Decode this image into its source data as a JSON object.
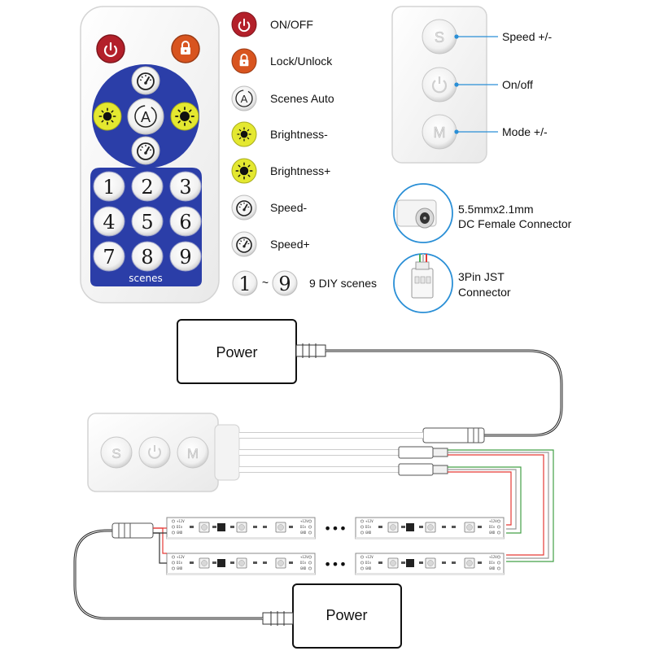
{
  "remote": {
    "keypad_numbers": [
      "1",
      "2",
      "3",
      "4",
      "5",
      "6",
      "7",
      "8",
      "9"
    ],
    "keypad_caption": "scenes",
    "auto_button_letter": "A"
  },
  "legend": [
    {
      "icon": "power-icon",
      "label": "ON/OFF"
    },
    {
      "icon": "lock-icon",
      "label": "Lock/Unlock"
    },
    {
      "icon": "auto-scenes-icon",
      "label": "Scenes Auto"
    },
    {
      "icon": "brightness-down-icon",
      "label": "Brightness-"
    },
    {
      "icon": "brightness-up-icon",
      "label": "Brightness+"
    },
    {
      "icon": "speed-down-icon",
      "label": "Speed-"
    },
    {
      "icon": "speed-up-icon",
      "label": "Speed+"
    }
  ],
  "diy": {
    "first": "1",
    "separator": "~",
    "last": "9",
    "label": "9 DIY scenes"
  },
  "controller_buttons": [
    {
      "letter": "S",
      "label": "Speed +/-"
    },
    {
      "icon": "power-icon",
      "label": "On/off"
    },
    {
      "letter": "M",
      "label": "Mode +/-"
    }
  ],
  "connectors": {
    "dc": {
      "line1": "5.5mmx2.1mm",
      "line2": "DC Female Connector"
    },
    "jst": {
      "line1": "3Pin JST",
      "line2": "Connector"
    }
  },
  "wiring": {
    "power_top": "Power",
    "power_bottom": "Power",
    "ellipsis": "•••",
    "strip_pins": [
      "+12V",
      "DIn",
      "GND"
    ]
  },
  "colors": {
    "remote_blue": "#2b3ea8",
    "power_red": "#b3202a",
    "lock_orange": "#d8541f",
    "brightness_yellow": "#e4e830",
    "wire_red": "#e53935",
    "wire_green": "#43a047"
  }
}
